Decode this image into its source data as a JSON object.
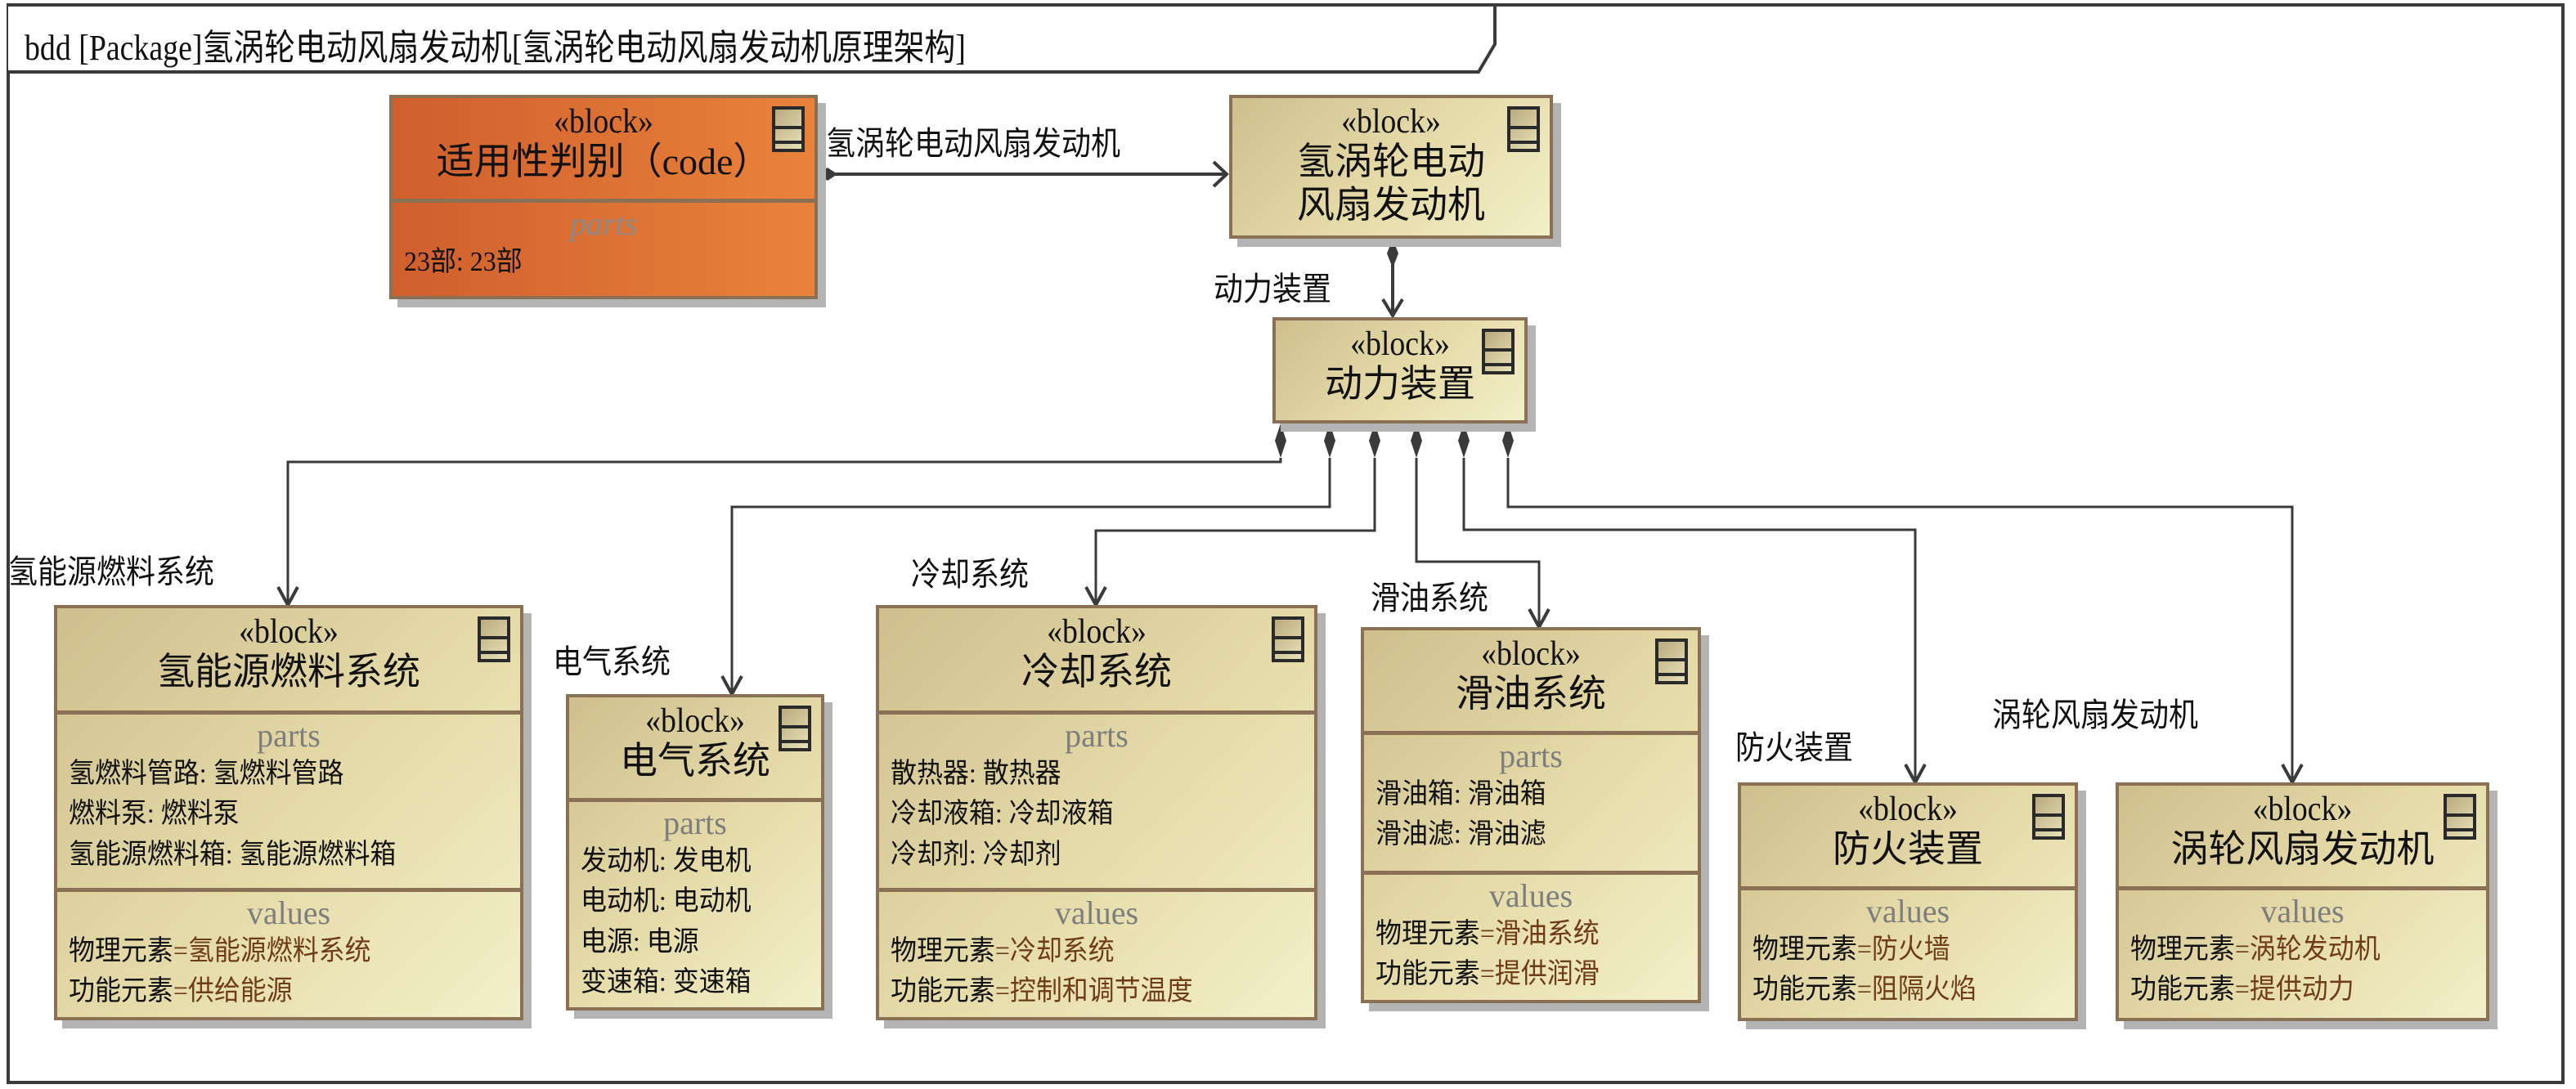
{
  "diagram": {
    "title": "bdd [Package]氢涡轮电动风扇发动机[氢涡轮电动风扇发动机原理架构]"
  },
  "colors": {
    "block_fill": "#e6dcaa",
    "block_border": "#8a7055",
    "orange_fill": "#e07538",
    "value_text": "#6e3d18",
    "compartment_title": "#7e7e7e"
  },
  "blocks": [
    {
      "id": "applicability",
      "stereotype": "«block»",
      "name": "适用性判别（code）",
      "style": "orange",
      "compartments": [
        {
          "title": "parts",
          "italic": true,
          "rows": [
            {
              "name": "23部",
              "sep": ": ",
              "type": "23部"
            }
          ]
        }
      ]
    },
    {
      "id": "engine",
      "stereotype": "«block»",
      "name": "氢涡轮电动风扇发动机",
      "compartments": []
    },
    {
      "id": "power",
      "stereotype": "«block»",
      "name": "动力装置",
      "compartments": []
    },
    {
      "id": "fuel",
      "stereotype": "«block»",
      "name": "氢能源燃料系统",
      "compartments": [
        {
          "title": "parts",
          "rows": [
            {
              "name": "氢燃料管路",
              "sep": ": ",
              "type": "氢燃料管路"
            },
            {
              "name": "燃料泵",
              "sep": ": ",
              "type": "燃料泵"
            },
            {
              "name": "氢能源燃料箱",
              "sep": ": ",
              "type": "氢能源燃料箱"
            }
          ]
        },
        {
          "title": "values",
          "rows": [
            {
              "name": "物理元素",
              "sep": "=",
              "value": "氢能源燃料系统"
            },
            {
              "name": "功能元素",
              "sep": "=",
              "value": "供给能源"
            }
          ]
        }
      ]
    },
    {
      "id": "electric",
      "stereotype": "«block»",
      "name": "电气系统",
      "compartments": [
        {
          "title": "parts",
          "rows": [
            {
              "name": "发动机",
              "sep": ": ",
              "type": "发电机"
            },
            {
              "name": "电动机",
              "sep": ": ",
              "type": "电动机"
            },
            {
              "name": "电源",
              "sep": ": ",
              "type": "电源"
            },
            {
              "name": "变速箱",
              "sep": ": ",
              "type": "变速箱"
            }
          ]
        }
      ]
    },
    {
      "id": "cooling",
      "stereotype": "«block»",
      "name": "冷却系统",
      "compartments": [
        {
          "title": "parts",
          "rows": [
            {
              "name": "散热器",
              "sep": ": ",
              "type": "散热器"
            },
            {
              "name": "冷却液箱",
              "sep": ": ",
              "type": "冷却液箱"
            },
            {
              "name": "冷却剂",
              "sep": ": ",
              "type": "冷却剂"
            }
          ]
        },
        {
          "title": "values",
          "rows": [
            {
              "name": "物理元素",
              "sep": "=",
              "value": "冷却系统"
            },
            {
              "name": "功能元素",
              "sep": "=",
              "value": "控制和调节温度"
            }
          ]
        }
      ]
    },
    {
      "id": "lube",
      "stereotype": "«block»",
      "name": "滑油系统",
      "compartments": [
        {
          "title": "parts",
          "rows": [
            {
              "name": "滑油箱",
              "sep": ": ",
              "type": "滑油箱"
            },
            {
              "name": "滑油滤",
              "sep": ": ",
              "type": "滑油滤"
            }
          ]
        },
        {
          "title": "values",
          "rows": [
            {
              "name": "物理元素",
              "sep": "=",
              "value": "滑油系统"
            },
            {
              "name": "功能元素",
              "sep": "=",
              "value": "提供润滑"
            }
          ]
        }
      ]
    },
    {
      "id": "fire",
      "stereotype": "«block»",
      "name": "防火装置",
      "compartments": [
        {
          "title": "values",
          "rows": [
            {
              "name": "物理元素",
              "sep": "=",
              "value": "防火墙"
            },
            {
              "name": "功能元素",
              "sep": "=",
              "value": "阻隔火焰"
            }
          ]
        }
      ]
    },
    {
      "id": "turbofan",
      "stereotype": "«block»",
      "name": "涡轮风扇发动机",
      "compartments": [
        {
          "title": "values",
          "rows": [
            {
              "name": "物理元素",
              "sep": "=",
              "value": "涡轮发动机"
            },
            {
              "name": "功能元素",
              "sep": "=",
              "value": "提供动力"
            }
          ]
        }
      ]
    }
  ],
  "associations": [
    {
      "id": "a-engine",
      "label": "氢涡轮电动风扇发动机"
    },
    {
      "id": "a-power",
      "label": "动力装置"
    },
    {
      "id": "a-fuel",
      "label": "氢能源燃料系统"
    },
    {
      "id": "a-electric",
      "label": "电气系统"
    },
    {
      "id": "a-cooling",
      "label": "冷却系统"
    },
    {
      "id": "a-lube",
      "label": "滑油系统"
    },
    {
      "id": "a-fire",
      "label": "防火装置"
    },
    {
      "id": "a-turbofan",
      "label": "涡轮风扇发动机"
    }
  ]
}
